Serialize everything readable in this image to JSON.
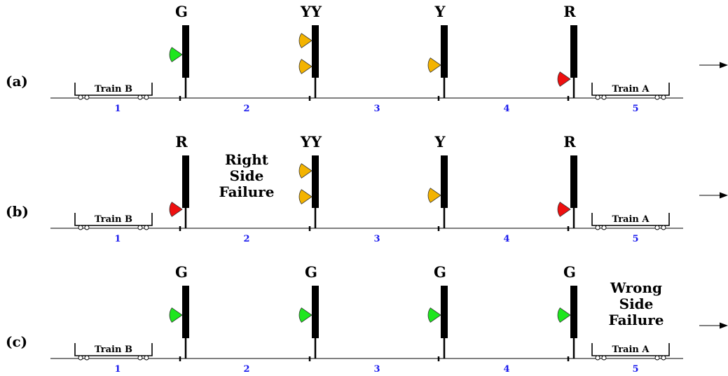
{
  "colors": {
    "green": "#1ee61e",
    "yellow": "#f3b300",
    "red": "#ee1010",
    "section": "#1a1aee",
    "ink": "#000000"
  },
  "train_labels": {
    "left": "Train B",
    "right": "Train A"
  },
  "rows": [
    {
      "label": "(a)",
      "signals": [
        {
          "aspect": "G",
          "lamps": [
            "green"
          ],
          "lamp_level": "upper"
        },
        {
          "aspect": "YY",
          "lamps": [
            "yellow",
            "yellow"
          ],
          "lamp_level": "double"
        },
        {
          "aspect": "Y",
          "lamps": [
            "yellow"
          ],
          "lamp_level": "middle"
        },
        {
          "aspect": "R",
          "lamps": [
            "red"
          ],
          "lamp_level": "lower"
        }
      ],
      "sections": [
        "1",
        "2",
        "3",
        "4",
        "5"
      ],
      "failure_note": null
    },
    {
      "label": "(b)",
      "signals": [
        {
          "aspect": "R",
          "lamps": [
            "red"
          ],
          "lamp_level": "lower"
        },
        {
          "aspect": "YY",
          "lamps": [
            "yellow",
            "yellow"
          ],
          "lamp_level": "double"
        },
        {
          "aspect": "Y",
          "lamps": [
            "yellow"
          ],
          "lamp_level": "middle"
        },
        {
          "aspect": "R",
          "lamps": [
            "red"
          ],
          "lamp_level": "lower"
        }
      ],
      "sections": [
        "1",
        "2",
        "3",
        "4",
        "5"
      ],
      "failure_note": {
        "lines": [
          "Right",
          "Side",
          "Failure"
        ],
        "position": "section-2"
      }
    },
    {
      "label": "(c)",
      "signals": [
        {
          "aspect": "G",
          "lamps": [
            "green"
          ],
          "lamp_level": "upper"
        },
        {
          "aspect": "G",
          "lamps": [
            "green"
          ],
          "lamp_level": "upper"
        },
        {
          "aspect": "G",
          "lamps": [
            "green"
          ],
          "lamp_level": "upper"
        },
        {
          "aspect": "G",
          "lamps": [
            "green"
          ],
          "lamp_level": "upper"
        }
      ],
      "sections": [
        "1",
        "2",
        "3",
        "4",
        "5"
      ],
      "failure_note": {
        "lines": [
          "Wrong",
          "Side",
          "Failure"
        ],
        "position": "section-5"
      }
    }
  ]
}
